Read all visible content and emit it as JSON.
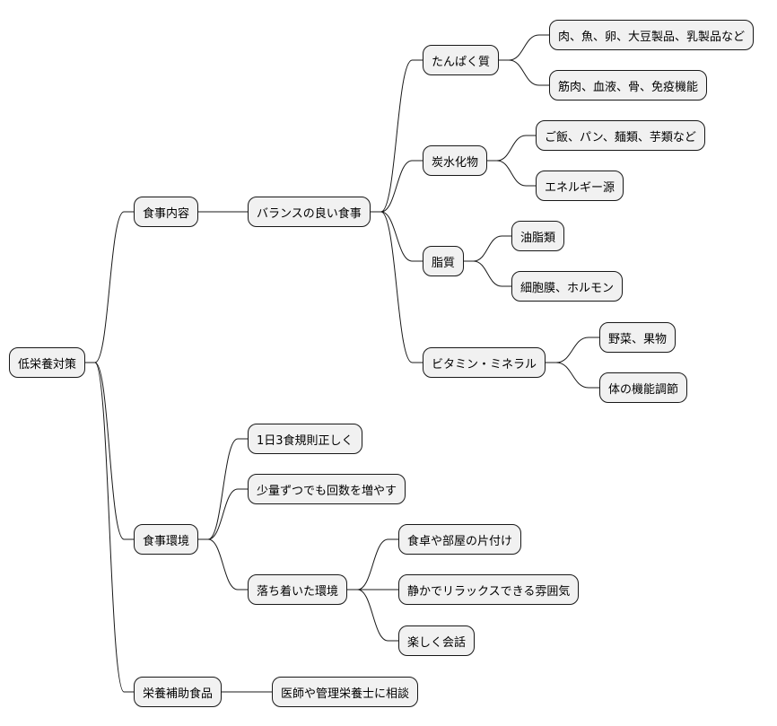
{
  "mindmap": {
    "root": {
      "label": "低栄養対策",
      "children": [
        {
          "label": "食事内容",
          "children": [
            {
              "label": "バランスの良い食事",
              "children": [
                {
                  "label": "たんぱく質",
                  "children": [
                    {
                      "label": "肉、魚、卵、大豆製品、乳製品など"
                    },
                    {
                      "label": "筋肉、血液、骨、免疫機能"
                    }
                  ]
                },
                {
                  "label": "炭水化物",
                  "children": [
                    {
                      "label": "ご飯、パン、麺類、芋類など"
                    },
                    {
                      "label": "エネルギー源"
                    }
                  ]
                },
                {
                  "label": "脂質",
                  "children": [
                    {
                      "label": "油脂類"
                    },
                    {
                      "label": "細胞膜、ホルモン"
                    }
                  ]
                },
                {
                  "label": "ビタミン・ミネラル",
                  "children": [
                    {
                      "label": "野菜、果物"
                    },
                    {
                      "label": "体の機能調節"
                    }
                  ]
                }
              ]
            }
          ]
        },
        {
          "label": "食事環境",
          "children": [
            {
              "label": "1日3食規則正しく"
            },
            {
              "label": "少量ずつでも回数を増やす"
            },
            {
              "label": "落ち着いた環境",
              "children": [
                {
                  "label": "食卓や部屋の片付け"
                },
                {
                  "label": "静かでリラックスできる雰囲気"
                },
                {
                  "label": "楽しく会話"
                }
              ]
            }
          ]
        },
        {
          "label": "栄養補助食品",
          "children": [
            {
              "label": "医師や管理栄養士に相談"
            }
          ]
        }
      ]
    }
  },
  "style": {
    "node_fill": "#f1f1f1",
    "node_border": "#181818",
    "edge_color": "#181818"
  }
}
